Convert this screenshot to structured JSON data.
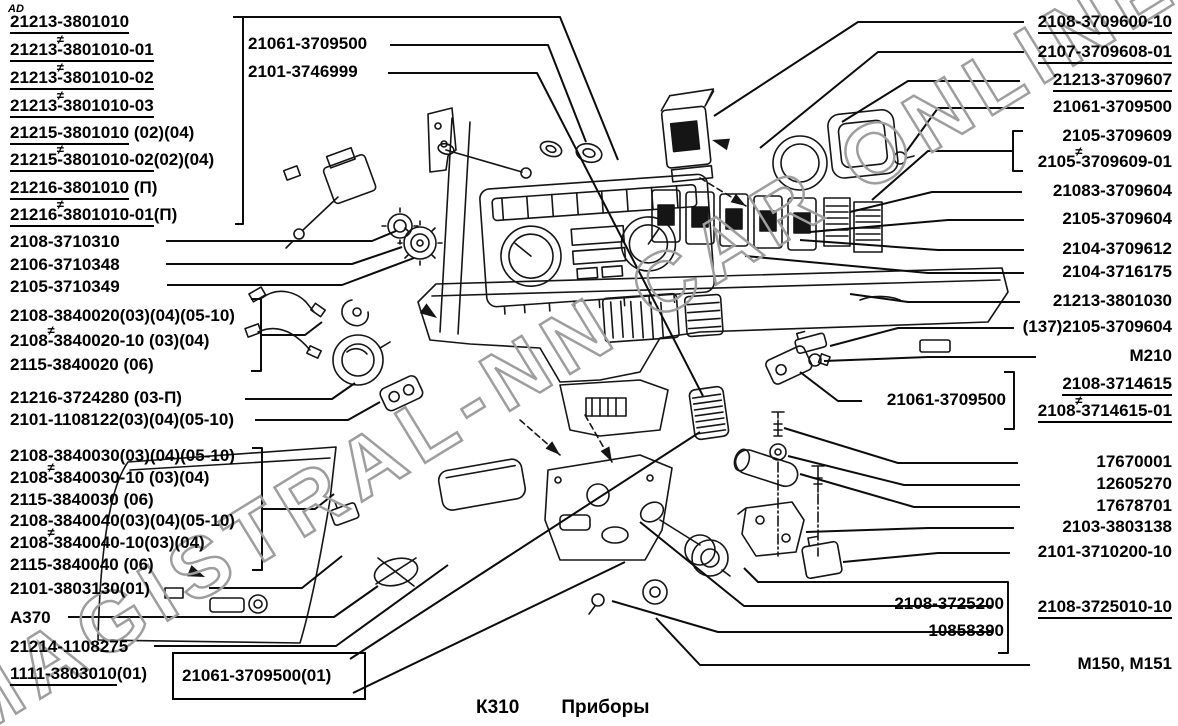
{
  "corner_mark": "AD",
  "watermark": "MAGISTRAL-NN CAR ONLINE",
  "caption": {
    "code": "К310",
    "title": "Приборы"
  },
  "labels": {
    "left": [
      {
        "num": "21213-3801010",
        "suffix": "",
        "underline": true,
        "mark": false,
        "markAfter": 0
      },
      {
        "num": "21213-3801010-01",
        "suffix": "",
        "underline": true,
        "mark": true,
        "markAfter": 5
      },
      {
        "num": "21213-3801010-02",
        "suffix": "",
        "underline": true,
        "mark": true,
        "markAfter": 5
      },
      {
        "num": "21213-3801010-03",
        "suffix": "",
        "underline": true,
        "mark": true,
        "markAfter": 5
      },
      {
        "num": "21215-3801010",
        "suffix": "  (02)(04)",
        "underline": true,
        "mark": false,
        "markAfter": 0
      },
      {
        "num": "21215-3801010-02",
        "suffix": "(02)(04)",
        "underline": true,
        "mark": true,
        "markAfter": 5
      },
      {
        "num": "21216-3801010",
        "suffix": "  (П)",
        "underline": true,
        "mark": false,
        "markAfter": 0
      },
      {
        "num": "21216-3801010-01",
        "suffix": "(П)",
        "underline": true,
        "mark": true,
        "markAfter": 5
      },
      {
        "num": "2108-3710310",
        "suffix": "",
        "underline": false,
        "mark": false,
        "markAfter": 0
      },
      {
        "num": "2106-3710348",
        "suffix": "",
        "underline": false,
        "mark": false,
        "markAfter": 0
      },
      {
        "num": "2105-3710349",
        "suffix": "",
        "underline": false,
        "mark": false,
        "markAfter": 0
      },
      {
        "num": "2108-3840020",
        "suffix": "(03)(04)(05-10)",
        "underline": false,
        "mark": false,
        "markAfter": 0
      },
      {
        "num": "2108-3840020-10",
        "suffix": " (03)(04)",
        "underline": false,
        "mark": true,
        "markAfter": 4
      },
      {
        "num": "2115-3840020",
        "suffix": " (06)",
        "underline": false,
        "mark": false,
        "markAfter": 0
      },
      {
        "num": "21216-3724280",
        "suffix": " (03-П)",
        "underline": false,
        "mark": false,
        "markAfter": 0
      },
      {
        "num": "2101-1108122",
        "suffix": "(03)(04)(05-10)",
        "underline": false,
        "mark": false,
        "markAfter": 0
      },
      {
        "num": "2108-3840030",
        "suffix": "(03)(04)(05-10)",
        "underline": false,
        "mark": false,
        "markAfter": 0
      },
      {
        "num": "2108-3840030-10",
        "suffix": " (03)(04)",
        "underline": false,
        "mark": true,
        "markAfter": 4
      },
      {
        "num": "2115-3840030",
        "suffix": " (06)",
        "underline": false,
        "mark": false,
        "markAfter": 0
      },
      {
        "num": "2108-3840040",
        "suffix": "(03)(04)(05-10)",
        "underline": false,
        "mark": false,
        "markAfter": 0
      },
      {
        "num": "2108-3840040-10",
        "suffix": "(03)(04)",
        "underline": false,
        "mark": true,
        "markAfter": 4
      },
      {
        "num": "2115-3840040",
        "suffix": " (06)",
        "underline": false,
        "mark": false,
        "markAfter": 0
      },
      {
        "num": "2101-3803130",
        "suffix": "(01)",
        "underline": false,
        "mark": false,
        "markAfter": 0
      },
      {
        "num": "А370",
        "suffix": "",
        "underline": false,
        "mark": false,
        "markAfter": 0
      },
      {
        "num": "21214-1108275",
        "suffix": "",
        "underline": false,
        "mark": false,
        "markAfter": 0
      },
      {
        "num": "1111-3803010",
        "suffix": "(01)",
        "underline": true,
        "mark": false,
        "markAfter": 0
      }
    ],
    "top": [
      {
        "num": "21061-3709500",
        "suffix": "",
        "underline": false,
        "mark": false,
        "markAfter": 0
      },
      {
        "num": "2101-3746999",
        "suffix": "",
        "underline": false,
        "mark": false,
        "markAfter": 0
      }
    ],
    "right": [
      {
        "num": "2108-3709600-10",
        "suffix": "",
        "underline": true,
        "mark": false,
        "markAfter": 0
      },
      {
        "num": "2107-3709608-01",
        "suffix": "",
        "underline": true,
        "mark": false,
        "markAfter": 0
      },
      {
        "num": "21213-3709607",
        "suffix": "",
        "underline": true,
        "mark": false,
        "markAfter": 0
      },
      {
        "num": "21061-3709500",
        "suffix": "",
        "underline": false,
        "mark": false,
        "markAfter": 0
      },
      {
        "num": "2105-3709609",
        "suffix": "",
        "underline": false,
        "mark": false,
        "markAfter": 0
      },
      {
        "num": "2105-3709609-01",
        "suffix": "",
        "underline": false,
        "mark": true,
        "markAfter": 4
      },
      {
        "num": "21083-3709604",
        "suffix": "",
        "underline": false,
        "mark": false,
        "markAfter": 0
      },
      {
        "num": "2105-3709604",
        "suffix": "",
        "underline": false,
        "mark": false,
        "markAfter": 0
      },
      {
        "num": "2104-3709612",
        "suffix": "",
        "underline": false,
        "mark": false,
        "markAfter": 0
      },
      {
        "num": "2104-3716175",
        "suffix": "",
        "underline": false,
        "mark": false,
        "markAfter": 0
      },
      {
        "num": "21213-3801030",
        "suffix": "",
        "underline": false,
        "mark": false,
        "markAfter": 0
      },
      {
        "num": "(137)2105-3709604",
        "suffix": "",
        "underline": false,
        "mark": false,
        "markAfter": 0
      },
      {
        "num": "М210",
        "suffix": "",
        "underline": false,
        "mark": false,
        "markAfter": 0
      },
      {
        "num": "2108-3714615",
        "suffix": "",
        "underline": true,
        "mark": false,
        "markAfter": 0
      },
      {
        "num": "2108-3714615-01",
        "suffix": "",
        "underline": true,
        "mark": true,
        "markAfter": 4
      },
      {
        "num": "17670001",
        "suffix": "",
        "underline": false,
        "mark": false,
        "markAfter": 0
      },
      {
        "num": "12605270",
        "suffix": "",
        "underline": false,
        "mark": false,
        "markAfter": 0
      },
      {
        "num": "17678701",
        "suffix": "",
        "underline": false,
        "mark": false,
        "markAfter": 0
      },
      {
        "num": "2103-3803138",
        "suffix": "",
        "underline": false,
        "mark": false,
        "markAfter": 0
      },
      {
        "num": "2101-3710200-10",
        "suffix": "",
        "underline": false,
        "mark": false,
        "markAfter": 0
      }
    ],
    "mid_right": {
      "num": "21061-3709500",
      "suffix": "",
      "underline": false,
      "mark": false,
      "markAfter": 0
    },
    "bottom_group": [
      {
        "num": "2108-3725200",
        "suffix": "",
        "underline": false,
        "mark": false,
        "markAfter": 0
      },
      {
        "num": "10858390",
        "suffix": "",
        "underline": false,
        "mark": false,
        "markAfter": 0
      }
    ],
    "bottom_group_right": {
      "num": "2108-3725010-10",
      "suffix": "",
      "underline": true,
      "mark": false,
      "markAfter": 0
    },
    "bottom_motors": {
      "num": "М150, М151",
      "suffix": "",
      "underline": false,
      "mark": false,
      "markAfter": 0
    },
    "bottom_left_box": {
      "num": "21061-3709500(01)",
      "suffix": "",
      "underline": false,
      "mark": false,
      "markAfter": 0
    }
  }
}
